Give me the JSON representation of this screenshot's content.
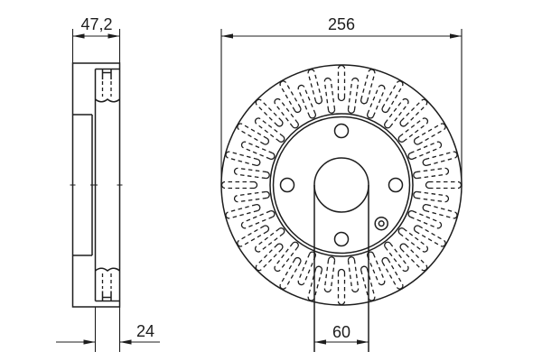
{
  "diagram": {
    "type": "technical-drawing-vented-brake-disc",
    "background_color": "#ffffff",
    "line_color": "#1d1d1d",
    "dimensions": {
      "overall_width": "47,2",
      "outer_diameter": "256",
      "friction_ring_thickness": "24",
      "center_bore_diameter": "60"
    },
    "front_view": {
      "vent_slot_count": 48,
      "bolt_hole_count": 4,
      "pin_hole_count": 1
    }
  }
}
